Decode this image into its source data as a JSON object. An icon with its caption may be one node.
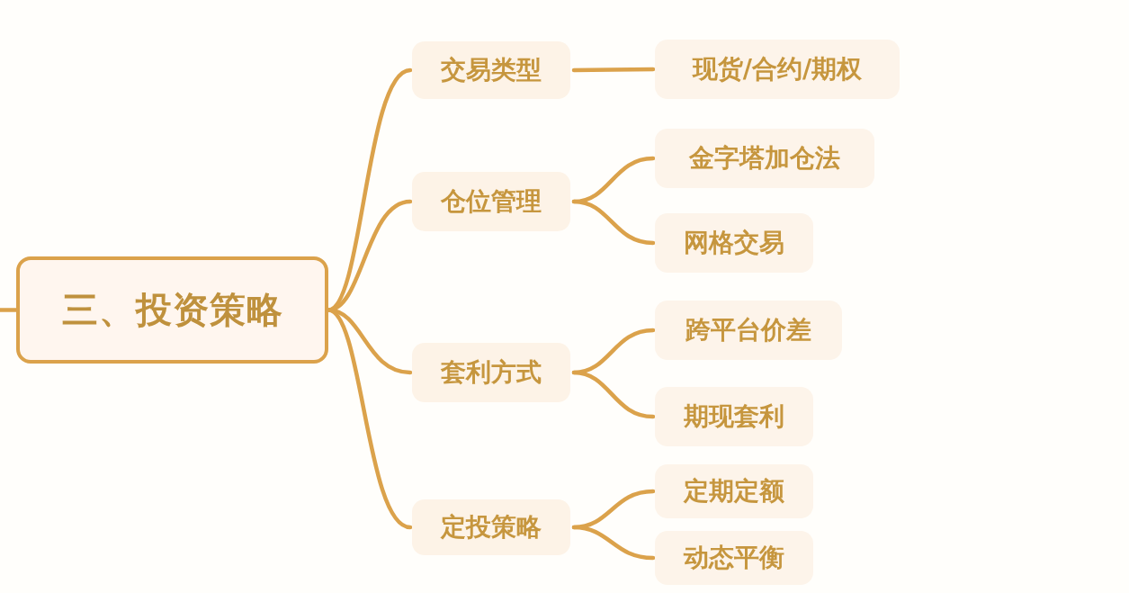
{
  "diagram": {
    "nodes": [
      {
        "text": [
          "三、投资策略"
        ]
      },
      {
        "text": [
          "交易类型"
        ]
      },
      {
        "text": [
          "现货/合约/期权"
        ]
      },
      {
        "text": [
          "仓位管理"
        ]
      },
      {
        "text": [
          "金字塔加仓法"
        ]
      },
      {
        "text": [
          "网格交易"
        ]
      },
      {
        "text": [
          "套利方式"
        ]
      },
      {
        "text": [
          "跨平台价差"
        ]
      },
      {
        "text": [
          "期现套利"
        ]
      },
      {
        "text": [
          "定投策略"
        ]
      },
      {
        "text": [
          "定期定额"
        ]
      },
      {
        "text": [
          "动态平衡"
        ]
      }
    ],
    "edges": [
      {
        "from": null,
        "to": 0,
        "arrow": "none"
      },
      {
        "from": 0,
        "to": 1,
        "arrow": "none"
      },
      {
        "from": 1,
        "to": 2,
        "arrow": "none"
      },
      {
        "from": 0,
        "to": 3,
        "arrow": "none"
      },
      {
        "from": 3,
        "to": 4,
        "arrow": "none"
      },
      {
        "from": 3,
        "to": 5,
        "arrow": "none"
      },
      {
        "from": 0,
        "to": 6,
        "arrow": "none"
      },
      {
        "from": 6,
        "to": 7,
        "arrow": "none"
      },
      {
        "from": 6,
        "to": 8,
        "arrow": "none"
      },
      {
        "from": 0,
        "to": 9,
        "arrow": "none"
      },
      {
        "from": 9,
        "to": 10,
        "arrow": "none"
      },
      {
        "from": 9,
        "to": 11,
        "arrow": "none"
      }
    ]
  }
}
